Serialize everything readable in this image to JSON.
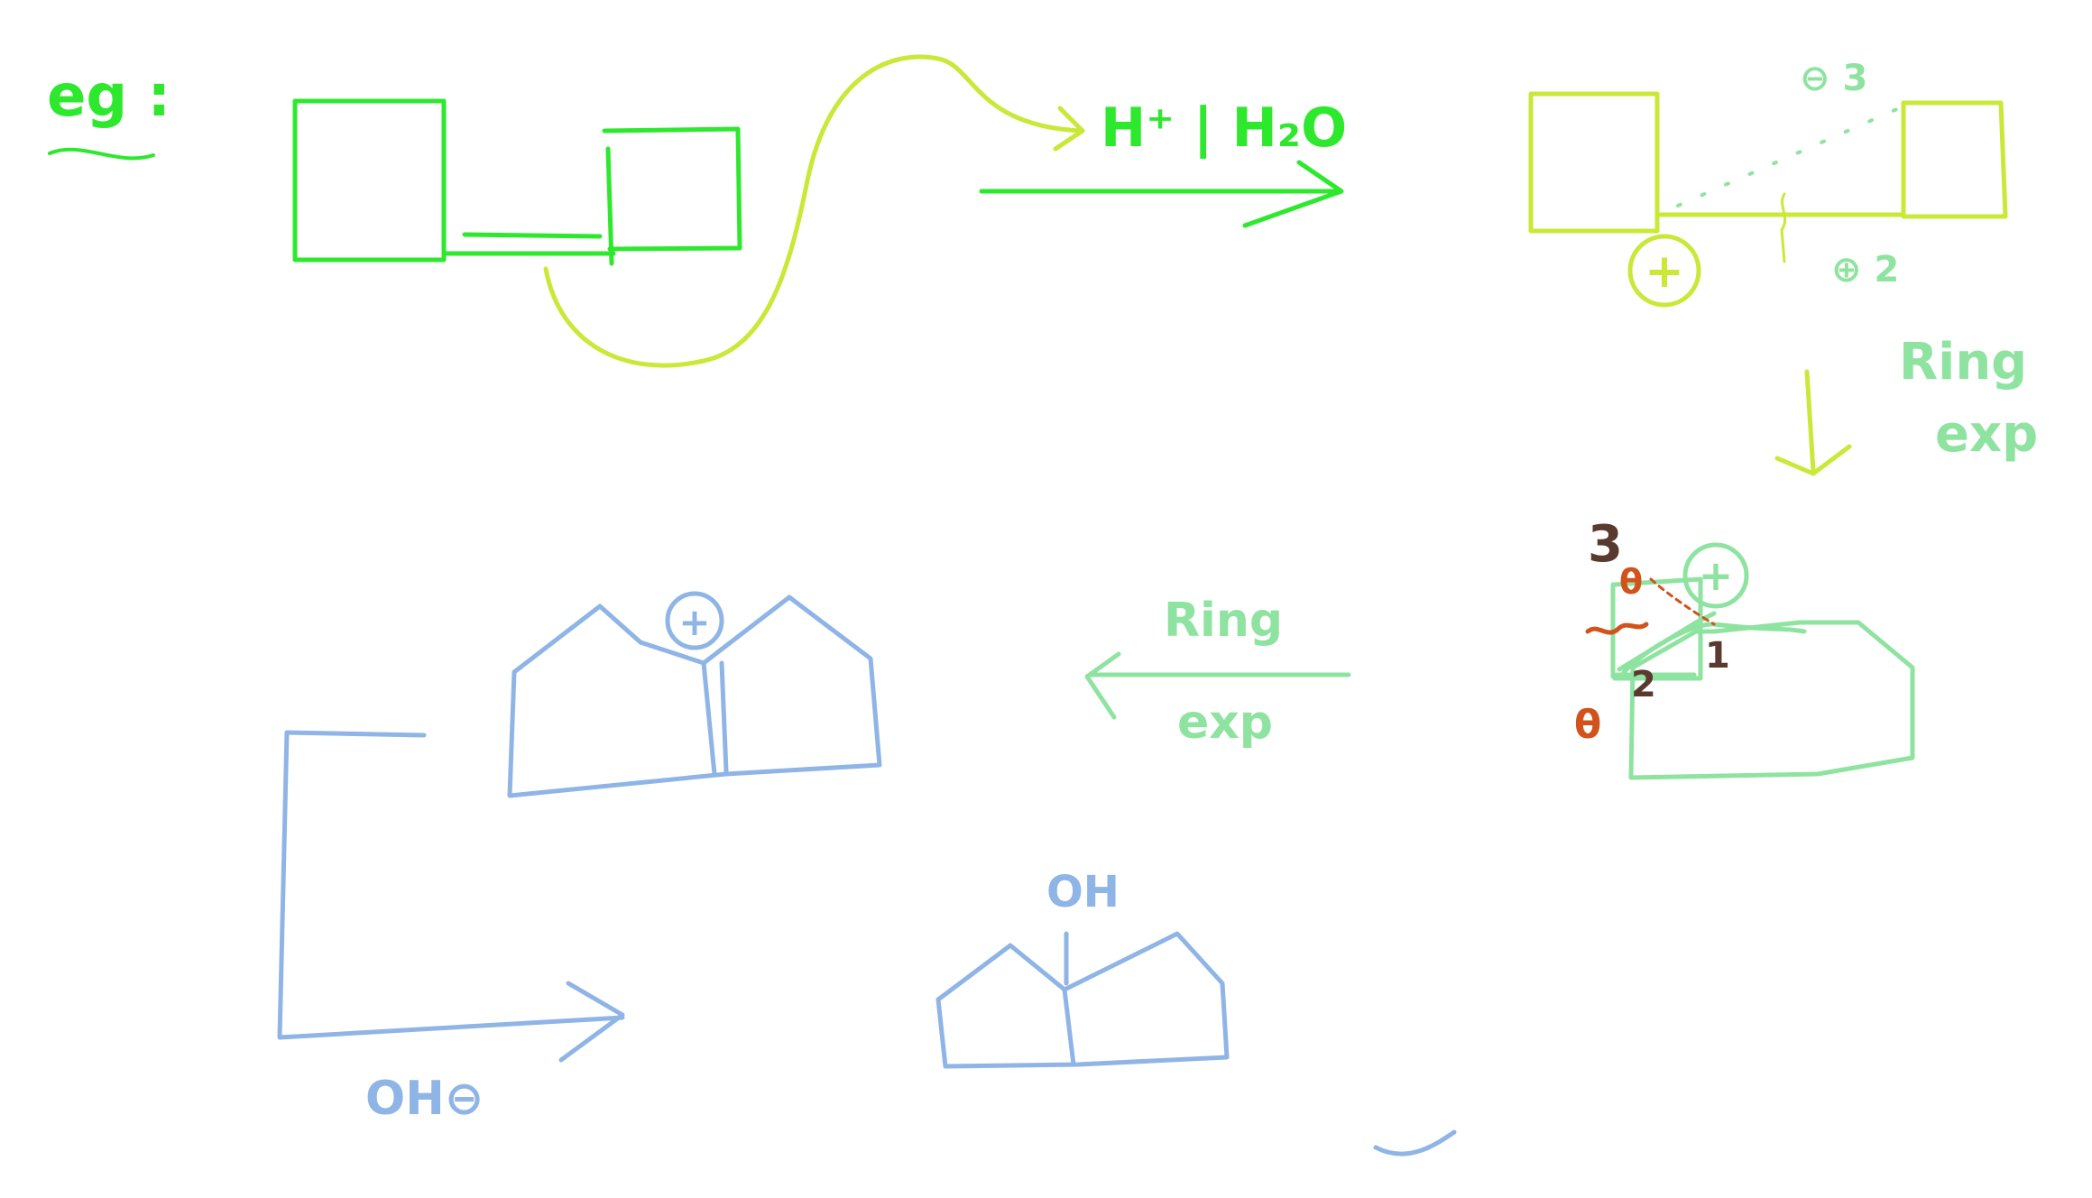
{
  "labels": {
    "eg": "eg :",
    "reagent": "H⁺ | H₂O",
    "plus_top": "+",
    "minus3_top": "⊖ 3",
    "plus2_top": "⊕ 2",
    "ring_exp_right": [
      "Ring",
      "exp"
    ],
    "num3": "3",
    "theta_upper": "θ",
    "plus_right": "+",
    "num1": "1",
    "num2": "2",
    "theta_lower": "θ",
    "ring_exp_middle": [
      "Ring",
      "exp"
    ],
    "plus_left": "+",
    "oh_base": "OH⊖",
    "oh_product": "OH"
  },
  "colors": {
    "green": "#2ee82e",
    "yellow_green": "#c9e837",
    "mint": "#8fe3a0",
    "blue": "#8fb4e6",
    "brown": "#5a3a2e",
    "orange": "#d2521c"
  }
}
